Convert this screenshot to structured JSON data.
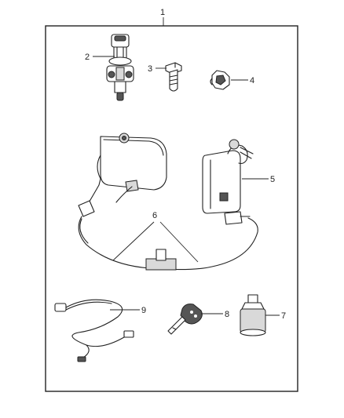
{
  "callouts": {
    "kit": "1",
    "part2": "2",
    "part3": "3",
    "part4": "4",
    "part5": "5",
    "part6": "6",
    "part7": "7",
    "part8": "8",
    "part9": "9"
  }
}
